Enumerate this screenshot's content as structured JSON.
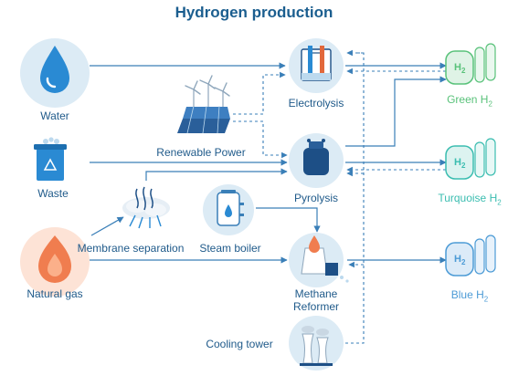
{
  "title": "Hydrogen production",
  "sources": {
    "water": "Water",
    "waste": "Waste",
    "natural_gas": "Natural gas"
  },
  "intermediates": {
    "renewable_power": "Renewable Power",
    "membrane_separation": "Membrane separation",
    "steam_boiler": "Steam boiler",
    "cooling_tower": "Cooling tower"
  },
  "processes": {
    "electrolysis": "Electrolysis",
    "pyrolysis": "Pyrolysis",
    "methane_reformer_line1": "Methane",
    "methane_reformer_line2": "Reformer"
  },
  "outputs": {
    "green": {
      "label": "Green H",
      "sub": "2",
      "color": "#59c27a"
    },
    "turquoise": {
      "label": "Turquoise H",
      "sub": "2",
      "color": "#3bbdb0"
    },
    "blue": {
      "label": "Blue H",
      "sub": "2",
      "color": "#4c9bd6"
    },
    "tank_symbol": "H",
    "tank_sub": "2"
  },
  "colors": {
    "accent": "#1b5e8f",
    "circle": "#dcebf5",
    "arrow": "#3a7fb8"
  }
}
